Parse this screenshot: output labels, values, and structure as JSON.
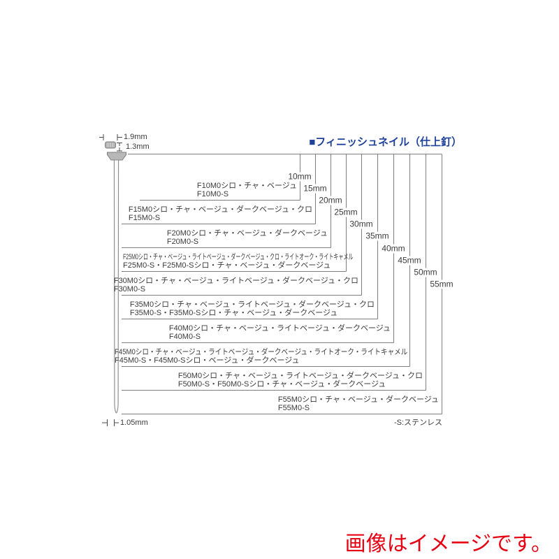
{
  "title": "■フィニッシュネイル（仕上釘）",
  "caption": "画像はイメージです。",
  "note": "-S:ステンレス",
  "dimensions": {
    "head_width": "1.9mm",
    "head_height": "1.3mm",
    "shaft_diameter": "1.05mm"
  },
  "colors": {
    "title_blue": "#1e4199",
    "caption_red": "#e60012",
    "line_gray": "#7e7e7e",
    "text_gray": "#3b3b3b"
  },
  "rows": [
    {
      "size": "10mm",
      "line1": "F10M0シロ・チャ・ベージュ",
      "line2": "F10M0-S"
    },
    {
      "size": "15mm",
      "line1": "F15M0シロ・チャ・ベージュ・ダークベージュ・クロ",
      "line2": "F15M0-S"
    },
    {
      "size": "20mm",
      "line1": "F20M0シロ・チャ・ベージュ・ダークベージュ",
      "line2": "F20M0-S"
    },
    {
      "size": "25mm",
      "line1": "F25M0シロ・チャ・ベージュ・ライトベージュ・ダークベージュ・クロ・ライトオーク・ライトキャメル",
      "line2": "F25M0-S・F25M0-Sシロ・チャ・ベージュ・ダークベージュ"
    },
    {
      "size": "30mm",
      "line1": "F30M0シロ・チャ・ベージュ・ライトベージュ・ダークベージュ・クロ",
      "line2": "F30M0-S"
    },
    {
      "size": "35mm",
      "line1": "F35M0シロ・チャ・ベージュ・ライトベージュ・ダークベージュ・クロ",
      "line2": "F35M0-S・F35M0-Sシロ・チャ・ベージュ・ダークベージュ"
    },
    {
      "size": "40mm",
      "line1": "F40M0シロ・チャ・ベージュ・ライトベージュ・ダークベージュ",
      "line2": "F40M0-S"
    },
    {
      "size": "45mm",
      "line1": "F45M0シロ・チャ・ベージュ・ライトベージュ・ダークベージュ・ライトオーク・ライトキャメル",
      "line2": "F45M0-S・F45M0-Sシロ・ベージュ・ダークベージュ"
    },
    {
      "size": "50mm",
      "line1": "F50M0シロ・チャ・ベージュ・ライトベージュ・ダークベージュ・クロ",
      "line2": "F50M0-S・F50M0-Sシロ・チャ・ベージュ・ダークベージュ"
    },
    {
      "size": "55mm",
      "line1": "F55M0シロ・チャ・ベージュ・ダークベージュ",
      "line2": "F55M0-S"
    }
  ]
}
